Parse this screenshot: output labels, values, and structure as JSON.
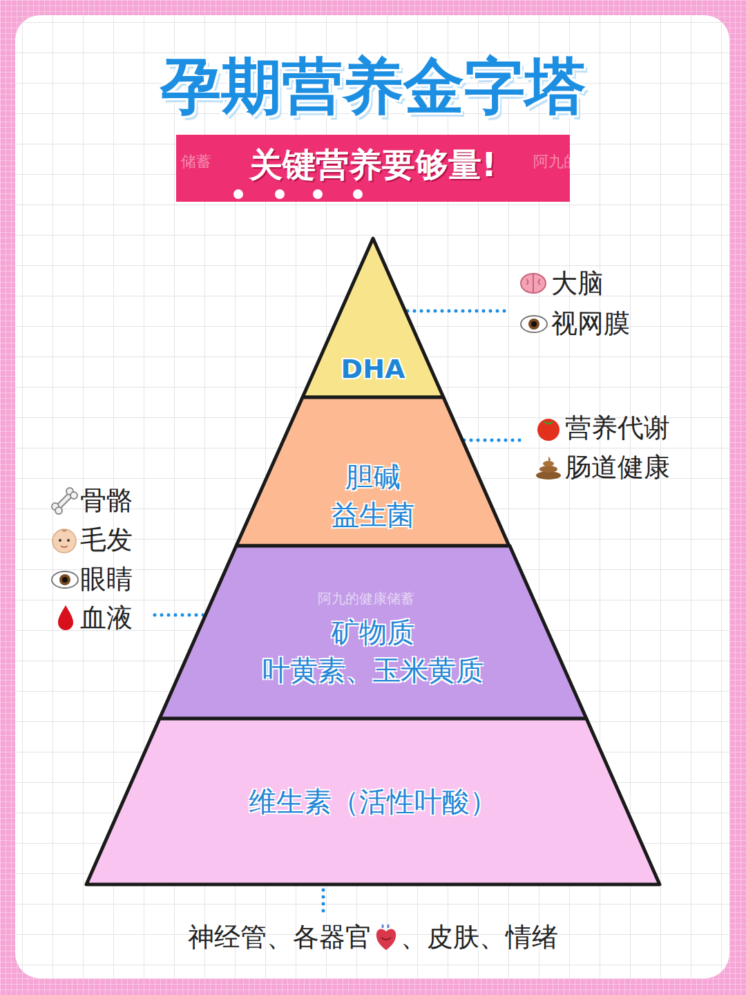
{
  "diagram": {
    "title": "孕期营养金字塔",
    "nodes": [
      {
        "text": [
          "关键营养要够量!"
        ]
      },
      {
        "text": [
          "DHA"
        ]
      },
      {
        "text": [
          "胆碱",
          "益生菌"
        ]
      },
      {
        "text": [
          "矿物质",
          "叶黄素、玉米黄质"
        ]
      },
      {
        "text": [
          "维生素（活性叶酸）"
        ]
      }
    ],
    "labels": [
      "储蓄",
      "阿九的",
      "大脑",
      "视网膜",
      "营养代谢",
      "肠道健康",
      "骨骼",
      "毛发",
      "眼睛",
      "血液",
      "阿九的健康储蓄",
      "神经管、各器官",
      "、皮肤、情绪"
    ]
  }
}
